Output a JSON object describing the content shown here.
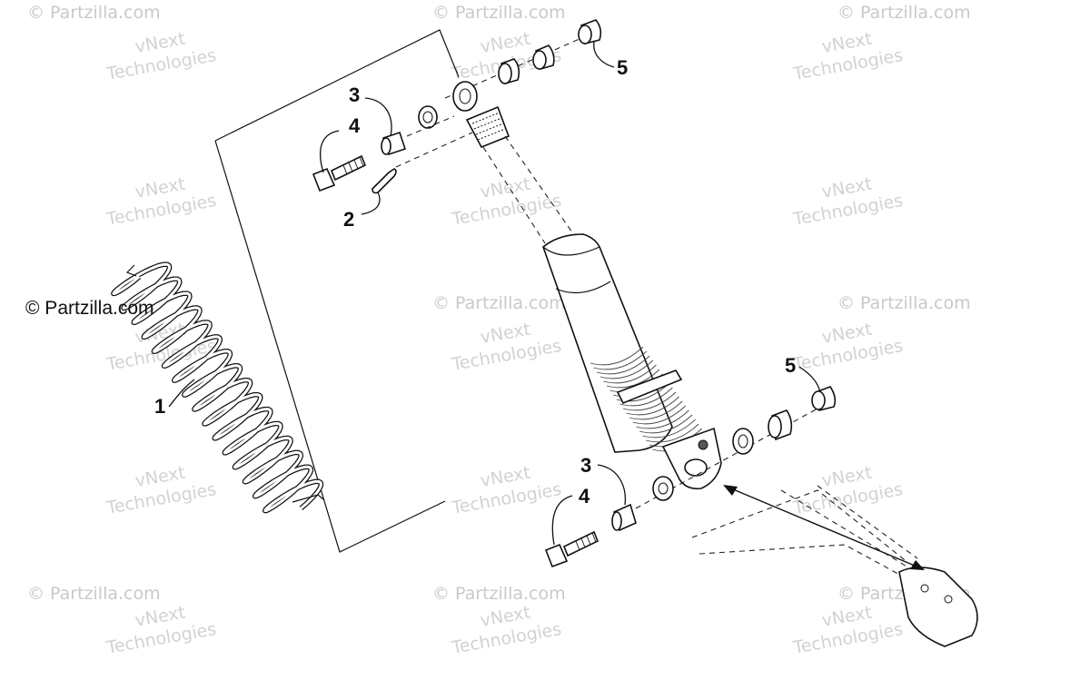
{
  "copyright_text": "© Partzilla.com",
  "watermarks": {
    "partzilla": "© Partzilla.com",
    "vnext_line1": "vNext",
    "vnext_line2": "Technologies"
  },
  "callouts": {
    "spring": "1",
    "clevis_pin": "2",
    "bushing_top": "3",
    "bolt_top": "4",
    "nut_top": "5",
    "nut_bottom": "5",
    "bushing_bottom": "3",
    "bolt_bottom": "4"
  }
}
